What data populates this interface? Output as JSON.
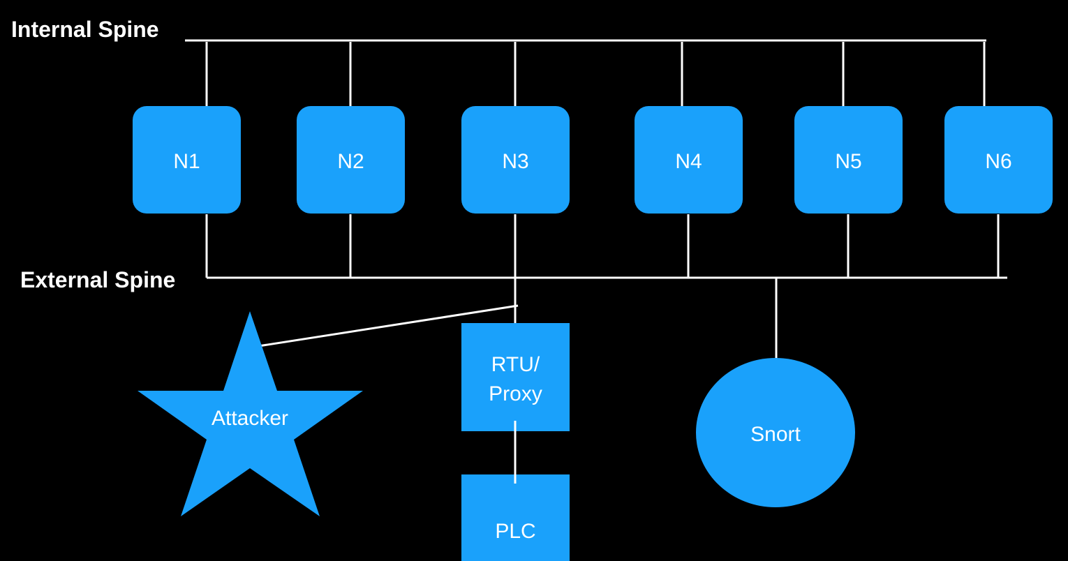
{
  "colors": {
    "background": "#000000",
    "node_fill": "#1aa1fb",
    "line": "#ffffff",
    "text": "#ffffff"
  },
  "spines": {
    "internal": "Internal Spine",
    "external": "External Spine"
  },
  "nodes": [
    {
      "label": "N1"
    },
    {
      "label": "N2"
    },
    {
      "label": "N3"
    },
    {
      "label": "N4"
    },
    {
      "label": "N5"
    },
    {
      "label": "N6"
    }
  ],
  "attacker": {
    "label": "Attacker",
    "shape": "star"
  },
  "rtu": {
    "label_line1": "RTU/",
    "label_line2": "Proxy",
    "shape": "square"
  },
  "plc": {
    "label": "PLC",
    "shape": "square"
  },
  "snort": {
    "label": "Snort",
    "shape": "circle"
  }
}
